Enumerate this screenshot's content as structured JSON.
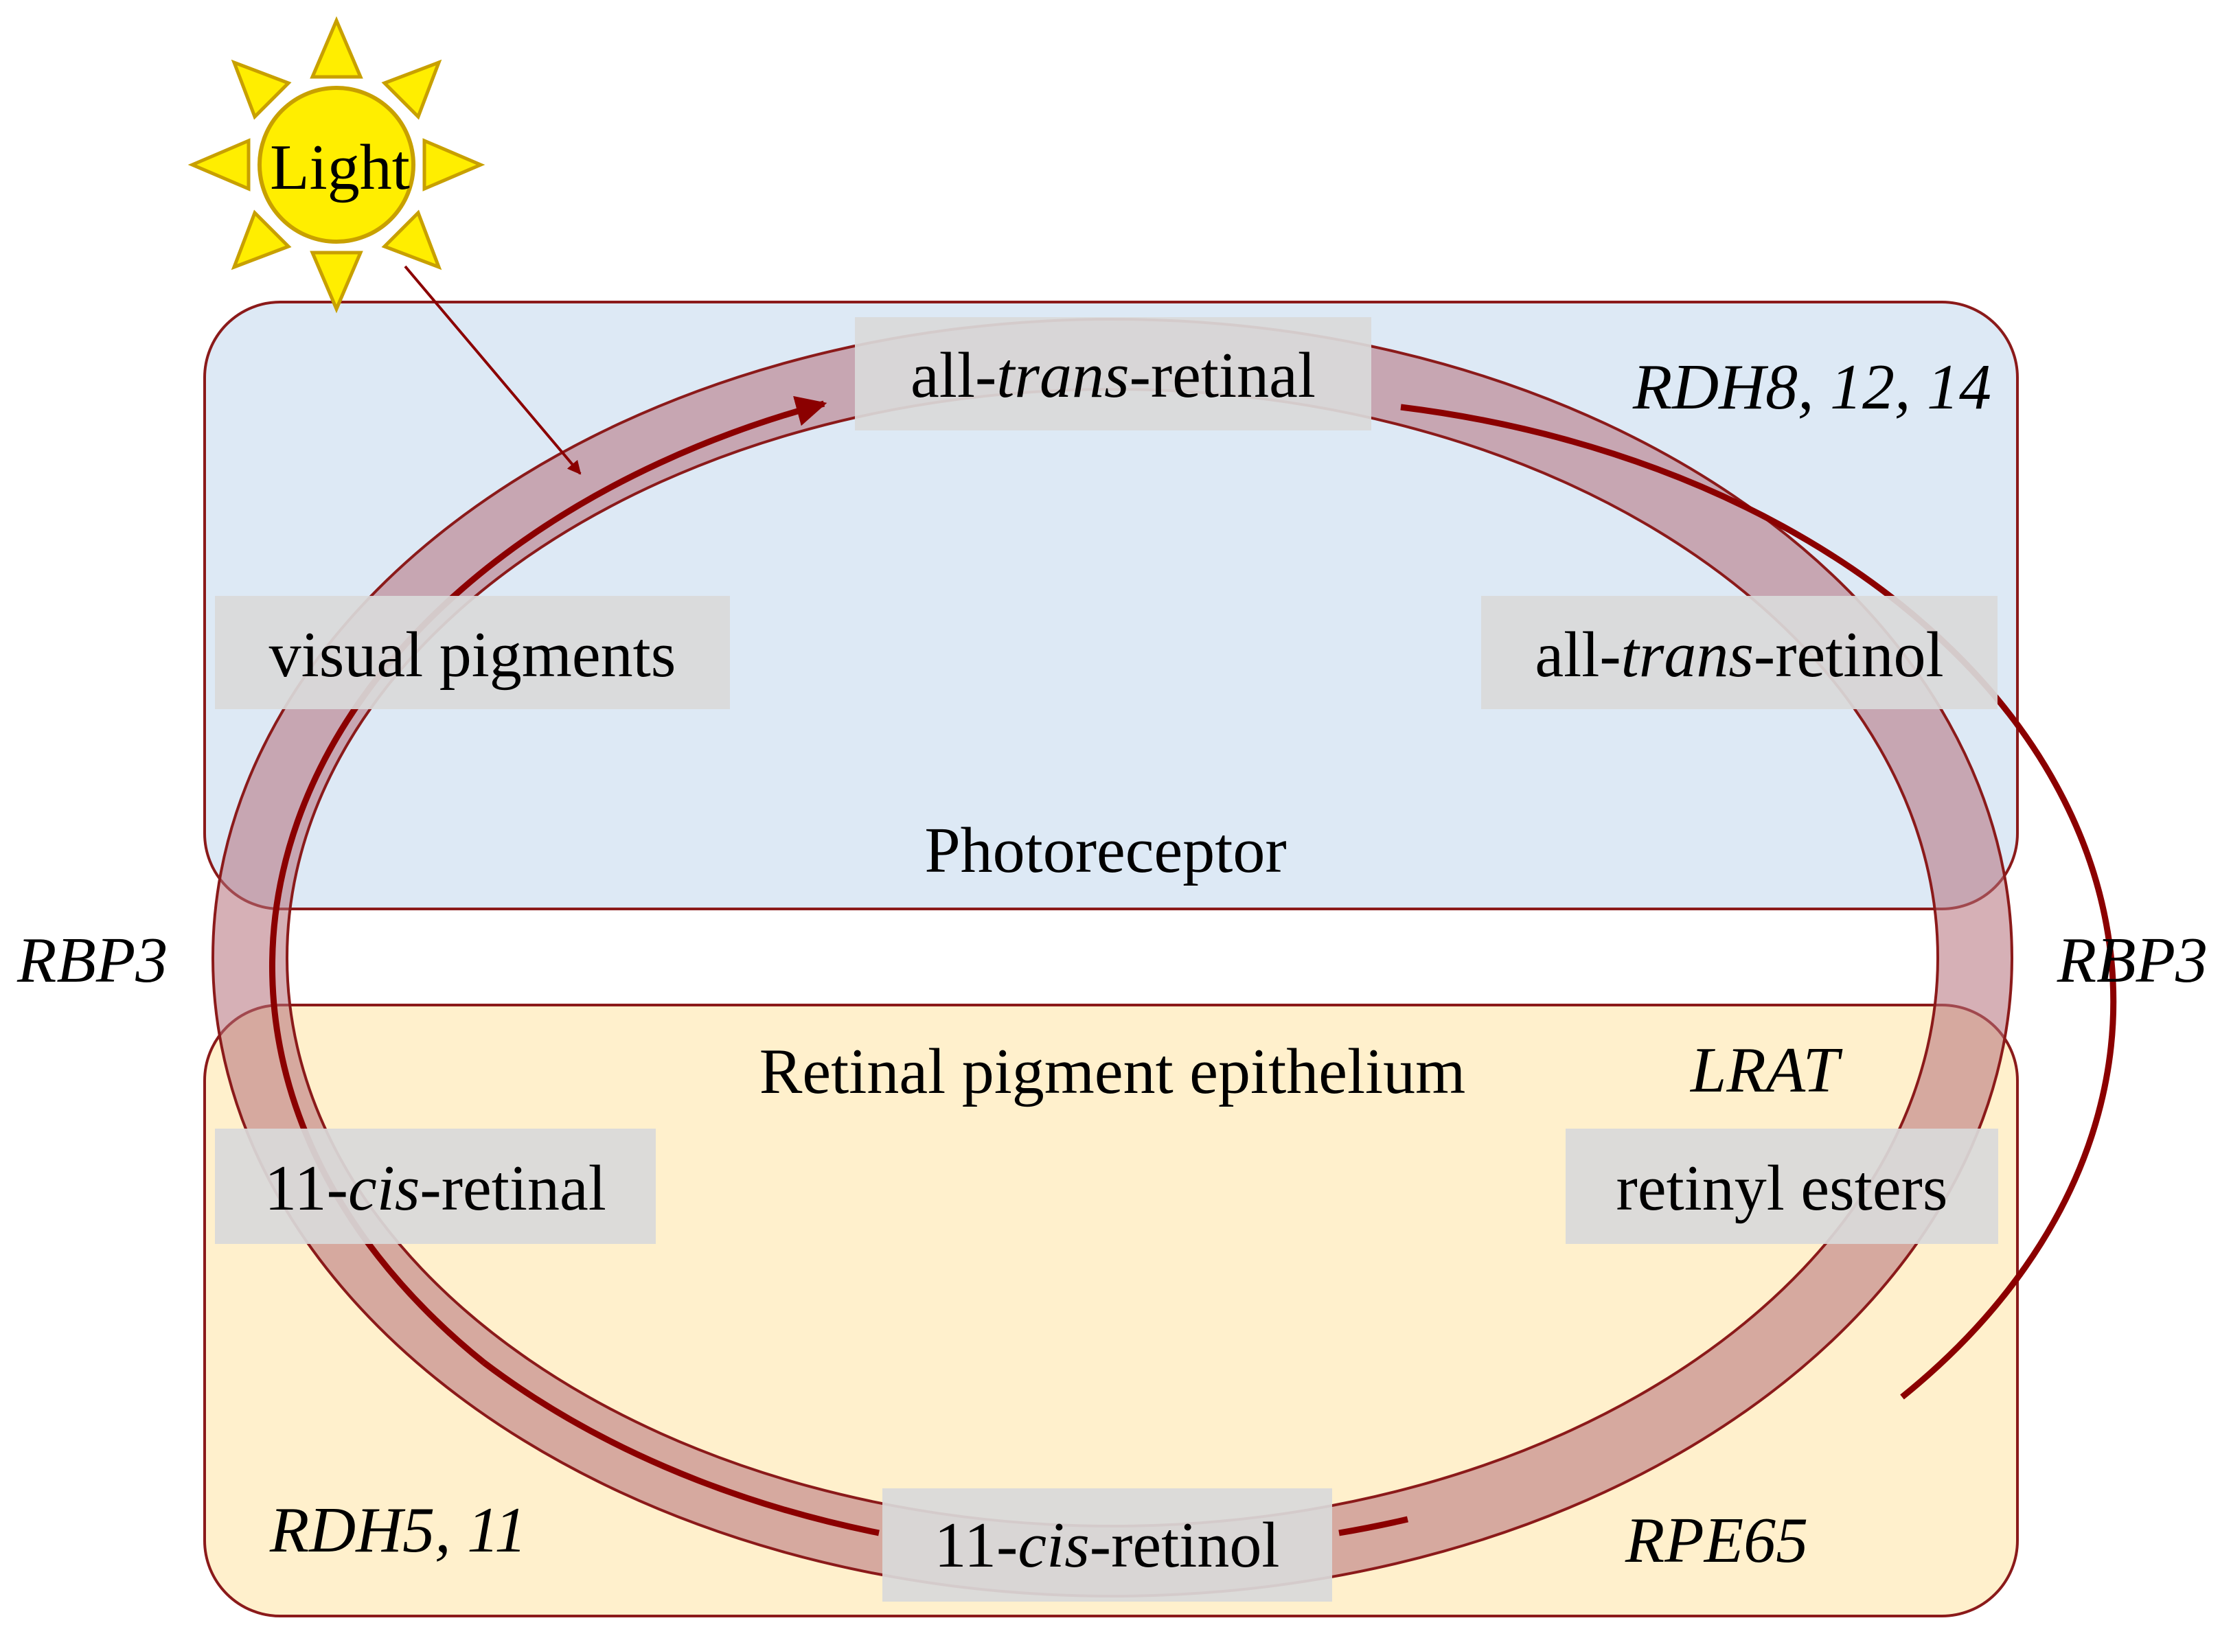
{
  "light": {
    "label": "Light"
  },
  "regions": {
    "photoreceptor": "Photoreceptor",
    "rpe": "Retinal pigment epithelium"
  },
  "molecules": {
    "all_trans_retinal": {
      "pre": "all-",
      "it": "trans",
      "post": "-retinal"
    },
    "all_trans_retinol": {
      "pre": "all-",
      "it": "trans",
      "post": "-retinol"
    },
    "visual_pigments": {
      "pre": "visual pigments",
      "it": "",
      "post": ""
    },
    "eleven_cis_retinal": {
      "pre": "11-",
      "it": "cis",
      "post": "-retinal"
    },
    "retinyl_esters": {
      "pre": "retinyl esters",
      "it": "",
      "post": ""
    },
    "eleven_cis_retinol": {
      "pre": "11-",
      "it": "cis",
      "post": "-retinol"
    }
  },
  "enzymes": {
    "rdh8": "RDH8, 12, 14",
    "rbp3_left": "RBP3",
    "rbp3_right": "RBP3",
    "lrat": "LRAT",
    "rdh5": "RDH5, 11",
    "rpe65": "RPE65"
  },
  "colors": {
    "photoreceptor_fill": "#dde9f5",
    "rpe_fill": "#fff0cc",
    "box_border": "#8b1a1a",
    "ring_fill": "#b5707a",
    "ring_line": "#8b0000",
    "label_bg": "#d9d9d9",
    "sun_fill": "#ffee00",
    "sun_stroke": "#c8a000"
  }
}
